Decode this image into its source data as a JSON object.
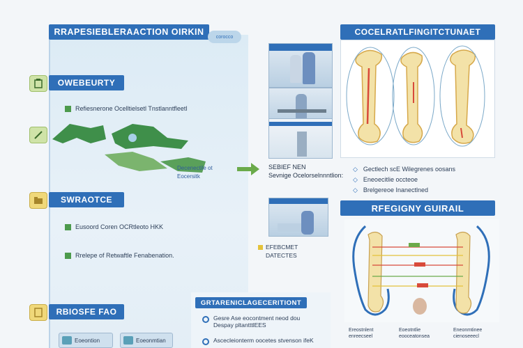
{
  "left": {
    "title": "RRAPESIEBLERAACTION OIRKIN",
    "badge": "corocco",
    "sections": [
      {
        "label": "OWEBEURTY",
        "items": [
          "Refiesnerone Ocelltielsetl Tnstlanntfleetl"
        ]
      },
      {
        "label": "SWRAOTCE",
        "items": [
          "Eusoord Coren OCRtleoto HKK",
          "Rrelepe of Retwaftle Fenabenation."
        ]
      },
      {
        "label": "RBIOSFE FAO",
        "items": [
          "Eoeontion",
          "Eoeonmtian"
        ]
      }
    ],
    "map_caption": [
      "Decenectile ot",
      "Eocersitk"
    ]
  },
  "middle": {
    "caption_title": "SEBIEF NEN",
    "caption_sub": "Sevnige Ocelorselnnntlion:",
    "badge_label": "EFEBCMET",
    "badge_sub": "DATECTES",
    "bottom_title": "GRTARENICLAGECERITIONT",
    "bottom_items": [
      "Gesre Ase eocontment neod dou Despay pltantttlEES",
      "Ascecleionterm oocetes stvenson ifeK"
    ]
  },
  "right": {
    "top_title": "COCELRATLFINGITCTUNAET",
    "legend": [
      "Gectlech scE Wilegrenes oosans",
      "Eneoecitlie occteoe",
      "Brelgereoe Inanectlned"
    ],
    "bottom_title": "RFEGIGNY GUIRAIL",
    "bottom_captions": [
      "Ereostnlent enreecseel",
      "Eoeotntlie eooceatonsea",
      "Eneonmtinee cienoseeecl"
    ]
  }
}
